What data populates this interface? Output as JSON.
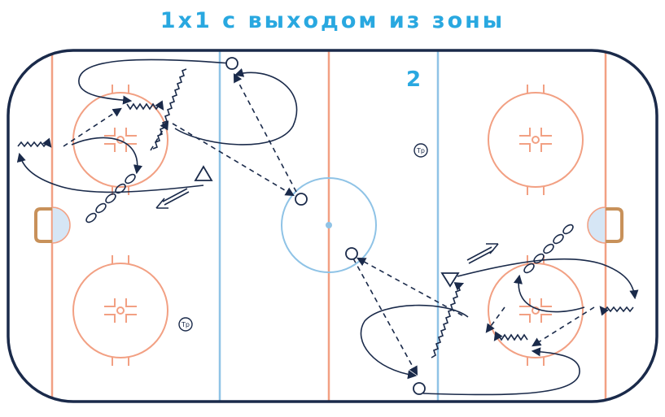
{
  "title": "1x1 с выходом из зоны",
  "drill_number": "2",
  "trainer_label": "Тр",
  "colors": {
    "title": "#29a8e0",
    "number": "#29a8e0",
    "boards": "#1a2a4a",
    "red_line": "#f2a083",
    "blue_line": "#8fc3e6",
    "player_paths": "#1a2a4a",
    "goal": "#c8915a",
    "crease": "#d6e6f5"
  }
}
